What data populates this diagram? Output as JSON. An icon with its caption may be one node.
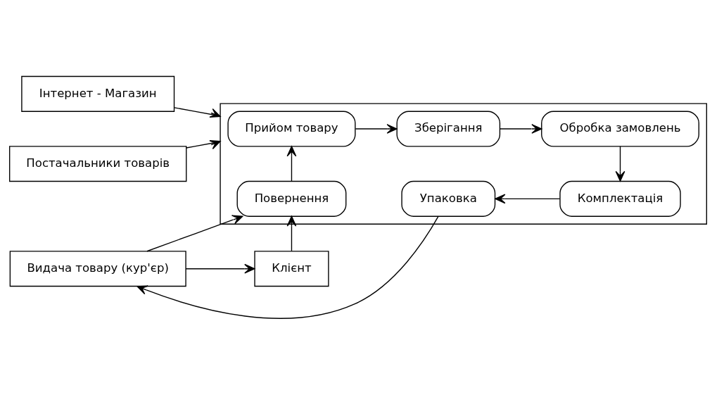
{
  "diagram": {
    "nodes": [
      {
        "text": [
          "Інтернет - Магазин"
        ]
      },
      {
        "text": [
          "Постачальники товарів"
        ]
      },
      {
        "text": [
          "Клієнт"
        ]
      },
      {
        "text": [
          "Видача товару (кур'єр)"
        ]
      },
      {
        "text": [],
        "shape": "box"
      },
      {
        "text": [
          "Прийом товару"
        ],
        "in": 4
      },
      {
        "text": [
          "Зберігання"
        ],
        "in": 4
      },
      {
        "text": [
          "Обробка замовлень"
        ],
        "in": 4
      },
      {
        "text": [
          "Повернення"
        ],
        "in": 4
      },
      {
        "text": [
          "Упаковка"
        ],
        "in": 4
      },
      {
        "text": [
          "Комплектація"
        ],
        "in": 4
      }
    ],
    "edges": [
      {
        "from": 0,
        "to": 4,
        "arrow": "to"
      },
      {
        "from": 1,
        "to": 4,
        "arrow": "to"
      },
      {
        "from": 2,
        "to": 8,
        "arrow": "to"
      },
      {
        "from": 3,
        "to": 8,
        "arrow": "to"
      },
      {
        "from": 3,
        "to": 2,
        "arrow": "to"
      },
      {
        "from": 8,
        "to": 5,
        "arrow": "to"
      },
      {
        "from": 5,
        "to": 6,
        "arrow": "to"
      },
      {
        "from": 6,
        "to": 7,
        "arrow": "to"
      },
      {
        "from": 7,
        "to": 10,
        "arrow": "to"
      },
      {
        "from": 10,
        "to": 9,
        "arrow": "to"
      },
      {
        "from": 9,
        "to": 3,
        "arrow": "to"
      }
    ]
  }
}
